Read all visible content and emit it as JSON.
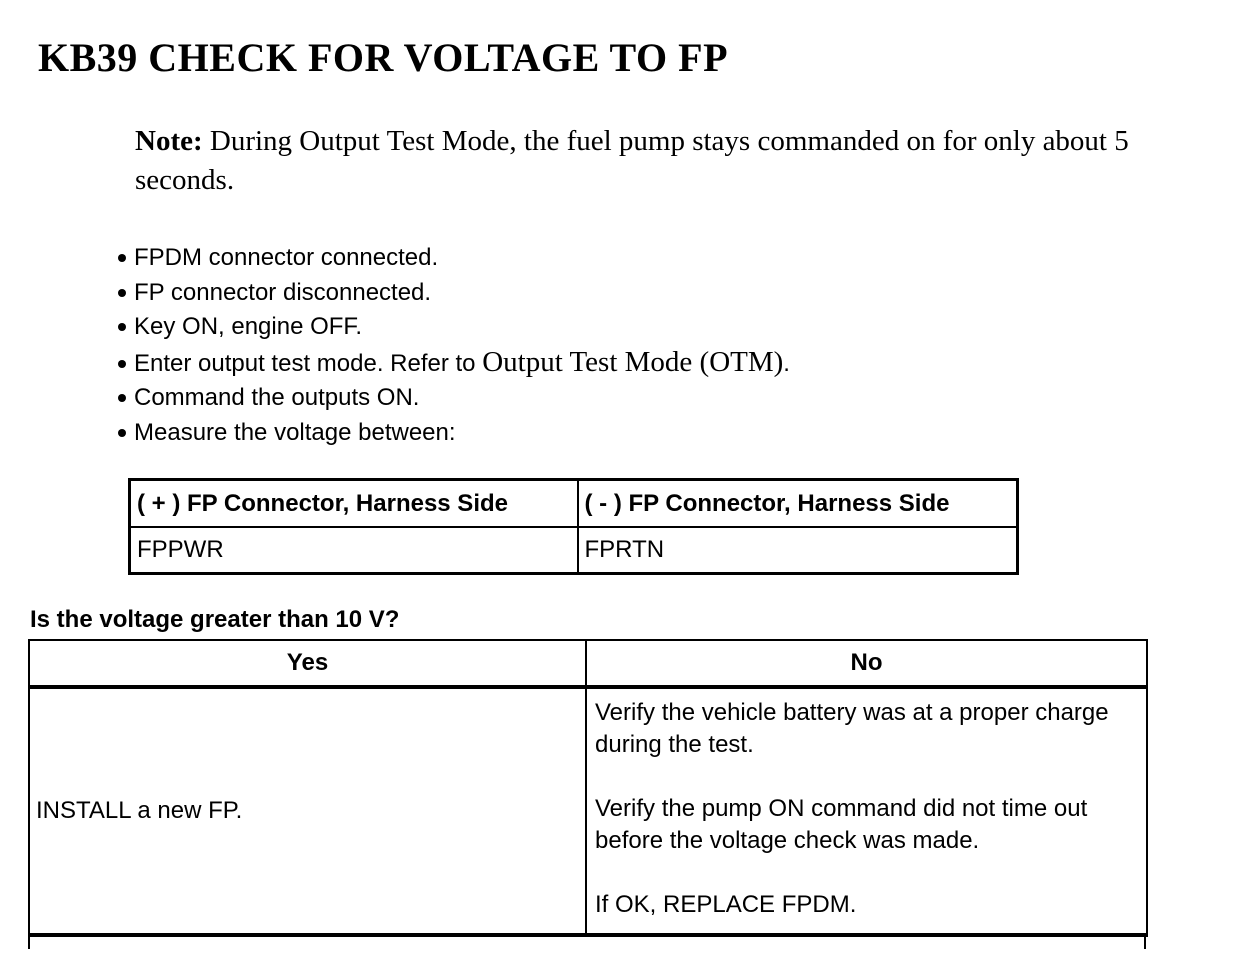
{
  "page": {
    "title": "KB39 CHECK FOR VOLTAGE TO FP",
    "note": {
      "label": "Note:",
      "text": " During Output Test Mode, the fuel pump stays commanded on for only about 5 seconds."
    },
    "bullets": [
      {
        "text": "FPDM connector connected."
      },
      {
        "text": "FP connector disconnected."
      },
      {
        "text": "Key ON, engine OFF."
      },
      {
        "text": "Enter output test mode. Refer to ",
        "ref": "Output Test Mode (OTM)",
        "suffix": "."
      },
      {
        "text": "Command the outputs ON."
      },
      {
        "text": "Measure the voltage between:"
      }
    ],
    "measurement_table": {
      "headers": [
        "( + ) FP Connector, Harness Side",
        "( - ) FP Connector, Harness Side"
      ],
      "rows": [
        [
          "FPPWR",
          "FPRTN"
        ]
      ]
    },
    "question": "Is the voltage greater than 10 V?",
    "result_table": {
      "headers": [
        "Yes",
        "No"
      ],
      "yes": "INSTALL a new FP.",
      "no": [
        "Verify the vehicle battery was at a proper charge during the test.",
        "Verify the pump ON command did not time out before the voltage check was made.",
        "If OK, REPLACE FPDM."
      ]
    },
    "colors": {
      "text": "#000000",
      "background": "#ffffff"
    }
  }
}
